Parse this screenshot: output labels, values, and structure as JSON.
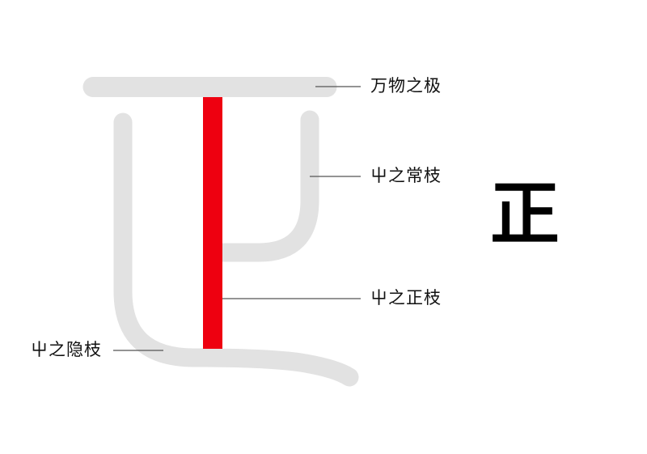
{
  "diagram": {
    "main_character": "正",
    "labels": {
      "top_bar": "万物之极",
      "right_branch": "屮之常枝",
      "center_branch": "屮之正枝",
      "hidden_branch": "屮之隐枝"
    },
    "colors": {
      "stroke_gray": "#e2e2e2",
      "accent_red": "#ee0010",
      "leader_line": "#555555",
      "text": "#111111",
      "background": "#ffffff"
    }
  }
}
